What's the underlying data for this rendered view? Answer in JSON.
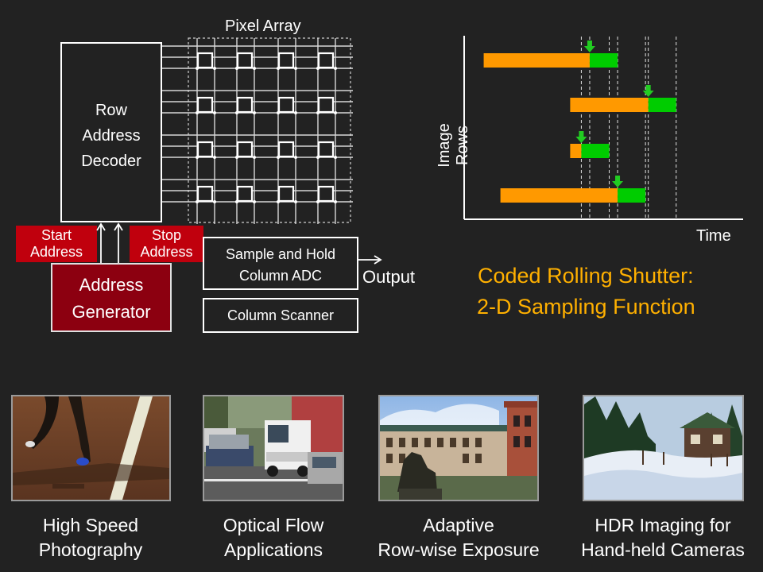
{
  "diagram": {
    "pixel_array_label": "Pixel Array",
    "row_decoder_lines": [
      "Row",
      "Address",
      "Decoder"
    ],
    "start_address_lines": [
      "Start",
      "Address"
    ],
    "stop_address_lines": [
      "Stop",
      "Address"
    ],
    "address_generator_lines": [
      "Address",
      "Generator"
    ],
    "sample_hold_lines": [
      "Sample and Hold",
      "Column ADC"
    ],
    "column_scanner": "Column Scanner",
    "output_label": "Output",
    "colors": {
      "red_label": "#c0000d",
      "generator_fill": "#8c0010"
    }
  },
  "timing_chart": {
    "ylabel": "Image Rows",
    "xlabel": "Time",
    "bar_colors": {
      "exposure": "#ff9900",
      "readout": "#00cc00",
      "marker": "#22cc22"
    },
    "rows": [
      {
        "exposure_start": 0.07,
        "readout_start": 0.45,
        "readout_end": 0.55
      },
      {
        "exposure_start": 0.38,
        "readout_start": 0.66,
        "readout_end": 0.76
      },
      {
        "exposure_start": 0.38,
        "readout_start": 0.42,
        "readout_end": 0.52
      },
      {
        "exposure_start": 0.13,
        "readout_start": 0.55,
        "readout_end": 0.65
      }
    ],
    "title_lines": [
      "Coded Rolling Shutter:",
      "2-D Sampling Function"
    ]
  },
  "applications": [
    {
      "caption_lines": [
        "High Speed",
        "Photography"
      ],
      "image": "sprinter-track-photo"
    },
    {
      "caption_lines": [
        "Optical Flow",
        "Applications"
      ],
      "image": "street-traffic-photo"
    },
    {
      "caption_lines": [
        "Adaptive",
        "Row-wise Exposure"
      ],
      "image": "building-statue-photo"
    },
    {
      "caption_lines": [
        "HDR Imaging for",
        "Hand-held Cameras"
      ],
      "image": "snow-cabin-photo"
    }
  ]
}
